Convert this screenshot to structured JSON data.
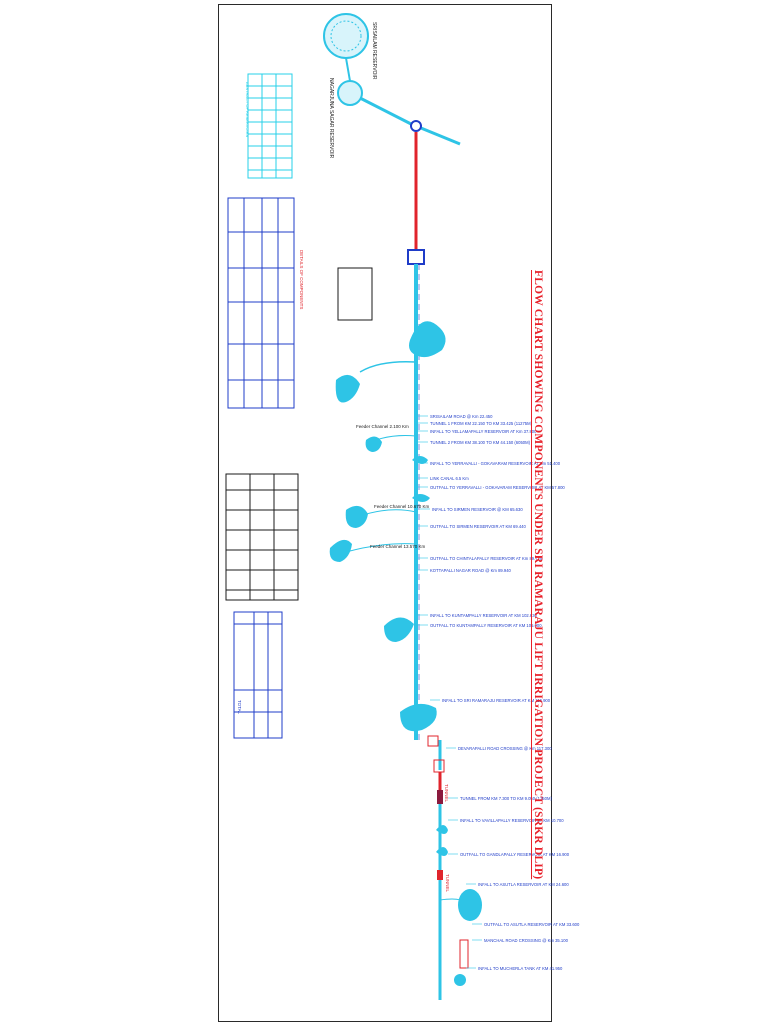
{
  "title": "FLOW CHART SHOWING COMPONENTS UNDER SRI RAMARAJU LIFT IRRIGATION PROJECT (SRKR DLIP)",
  "sources": {
    "upper_reservoir": "SRISAILAM RESERVOIR",
    "lower_reservoir": "NAGARJUNA SAGAR RESERVOIR"
  },
  "features": [
    {
      "text": "SRISAILAM ROAD @ Km 22.450"
    },
    {
      "text": "TUNNEL 1 FROM KM 22.150 TO KM 33.425 (11275M)"
    },
    {
      "text": "INFALL TO YELLAMAPALLY RESERVOIR AT Km 37.800"
    },
    {
      "text": "TUNNEL 2 FROM KM 38.100 TO KM 44.150 (6050M)"
    },
    {
      "text": "INFALL TO YERRAVALLI - GOKAVARAM RESERVOIR AT Km 51.400"
    },
    {
      "text": "LINK CANAL 6.5 Km"
    },
    {
      "text": "OUTFALL TO YERRAVALLI - GOKAVARAM RESERVOIR AT KM 57.800"
    },
    {
      "text": "INFALL TO SIRMEN RESERVOIR @ KM 65.630"
    },
    {
      "text": "OUTFALL TO SIRMEN RESERVOIR AT KM 69.440"
    },
    {
      "text": "OUTFALL TO CHINTALAPALLY RESERVOIR AT Km 89.725"
    },
    {
      "text": "KOTTAPALLI NAGAR ROAD @ Km 89.940"
    },
    {
      "text": "INFALL TO KUNTAMPALLY RESERVOIR AT KM 102.630"
    },
    {
      "text": "OUTFALL TO KUNTAMPALLY RESERVOIR AT KM 105.000"
    },
    {
      "text": "INFALL TO SRI RAMARAJU RESERVOIR AT KM 116.900"
    },
    {
      "text": "DEVARAPALLI ROAD CROSSING @ Km 117.300"
    },
    {
      "text": "TUNNEL FROM KM 7.300 TO KM 9.050 (1750M)"
    },
    {
      "text": "INFALL TO VAVILLAPALLY RESERVOIR AT KM 10.700"
    },
    {
      "text": "OUTFALL TO GANDLAPALLY RESERVOIR AT KM 16.900"
    },
    {
      "text": "INFALL TO ASUTLA RESERVOIR AT KM 24.600"
    },
    {
      "text": "OUTFALL TO ASUTLA RESERVOIR AT KM 33.600"
    },
    {
      "text": "MANCHAL ROAD CROSSING @ Km 35.100"
    },
    {
      "text": "INFALL TO MUCHERLA TANK AT KM 41.950"
    }
  ],
  "side_notes": [
    {
      "text": "Feeder Channel 2.100 Km"
    },
    {
      "text": "Feeder Channel 10.670 Km"
    },
    {
      "text": "Feeder Channel 13.570 Km"
    },
    {
      "text": "TUNNEL"
    },
    {
      "text": "TUNNEL"
    }
  ],
  "tables": {
    "reservoir_table_title": "ABSTRACT OF RESERVOIRS",
    "components_table_title": "DETAILS OF COMPONENTS",
    "total_label": "TOTAL"
  },
  "colors": {
    "canal": "#2ec4e6",
    "main_pipe": "#e0242c",
    "title": "#e8202a",
    "table": "#27d0e8",
    "table_blue": "#1f3cc8"
  }
}
